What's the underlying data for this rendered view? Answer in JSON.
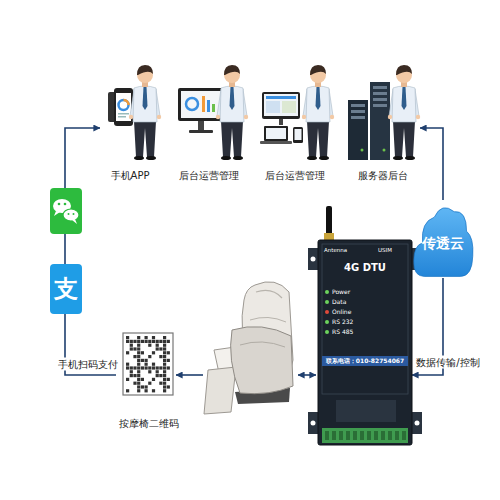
{
  "diagram": {
    "nodes": [
      {
        "text": [
          "手机APP"
        ]
      },
      {
        "text": [
          "后台运营管理"
        ]
      },
      {
        "text": [
          "后台运营管理"
        ]
      },
      {
        "text": [
          "服务器后台"
        ]
      },
      {
        "text": [
          "传透云"
        ]
      },
      {
        "text": [
          "Antenna",
          "USIM",
          "4G DTU",
          "Power",
          "Data",
          "Online",
          "RS 232",
          "RS 485",
          "联系电话：010-82754067"
        ]
      },
      {
        "text": [
          "按摩椅二维码"
        ]
      }
    ],
    "edges": [
      {
        "from": 4,
        "to": 3,
        "arrow": "to"
      },
      {
        "from": 4,
        "to": 5,
        "label": "数据传输/控制",
        "arrow": "to"
      },
      {
        "from": 6,
        "to": 0,
        "label": "手机扫码支付",
        "arrow": "to"
      }
    ],
    "labels": [
      "支"
    ]
  }
}
